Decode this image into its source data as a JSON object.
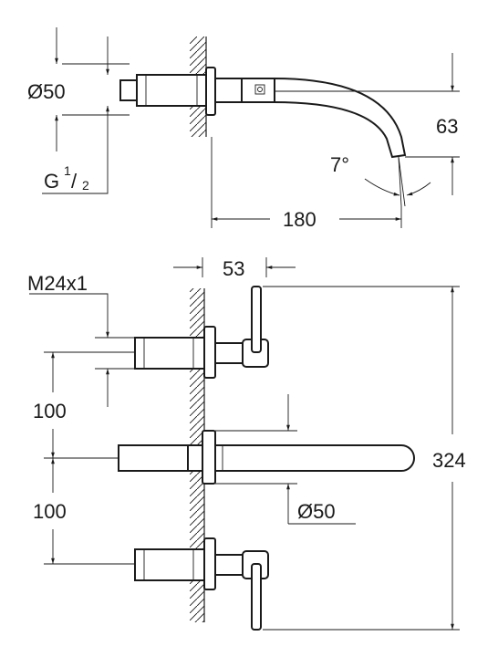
{
  "labels": {
    "diameter_top": "Ø50",
    "thread_main": "G",
    "thread_sup": "1",
    "thread_sub": "2",
    "thread_slash": "/",
    "projection": "180",
    "height": "63",
    "angle": "7°",
    "wall_depth": "53",
    "handle_thread": "M24x1",
    "spacing_upper": "100",
    "spacing_lower": "100",
    "overall_height": "324",
    "diameter_bottom": "Ø50"
  }
}
